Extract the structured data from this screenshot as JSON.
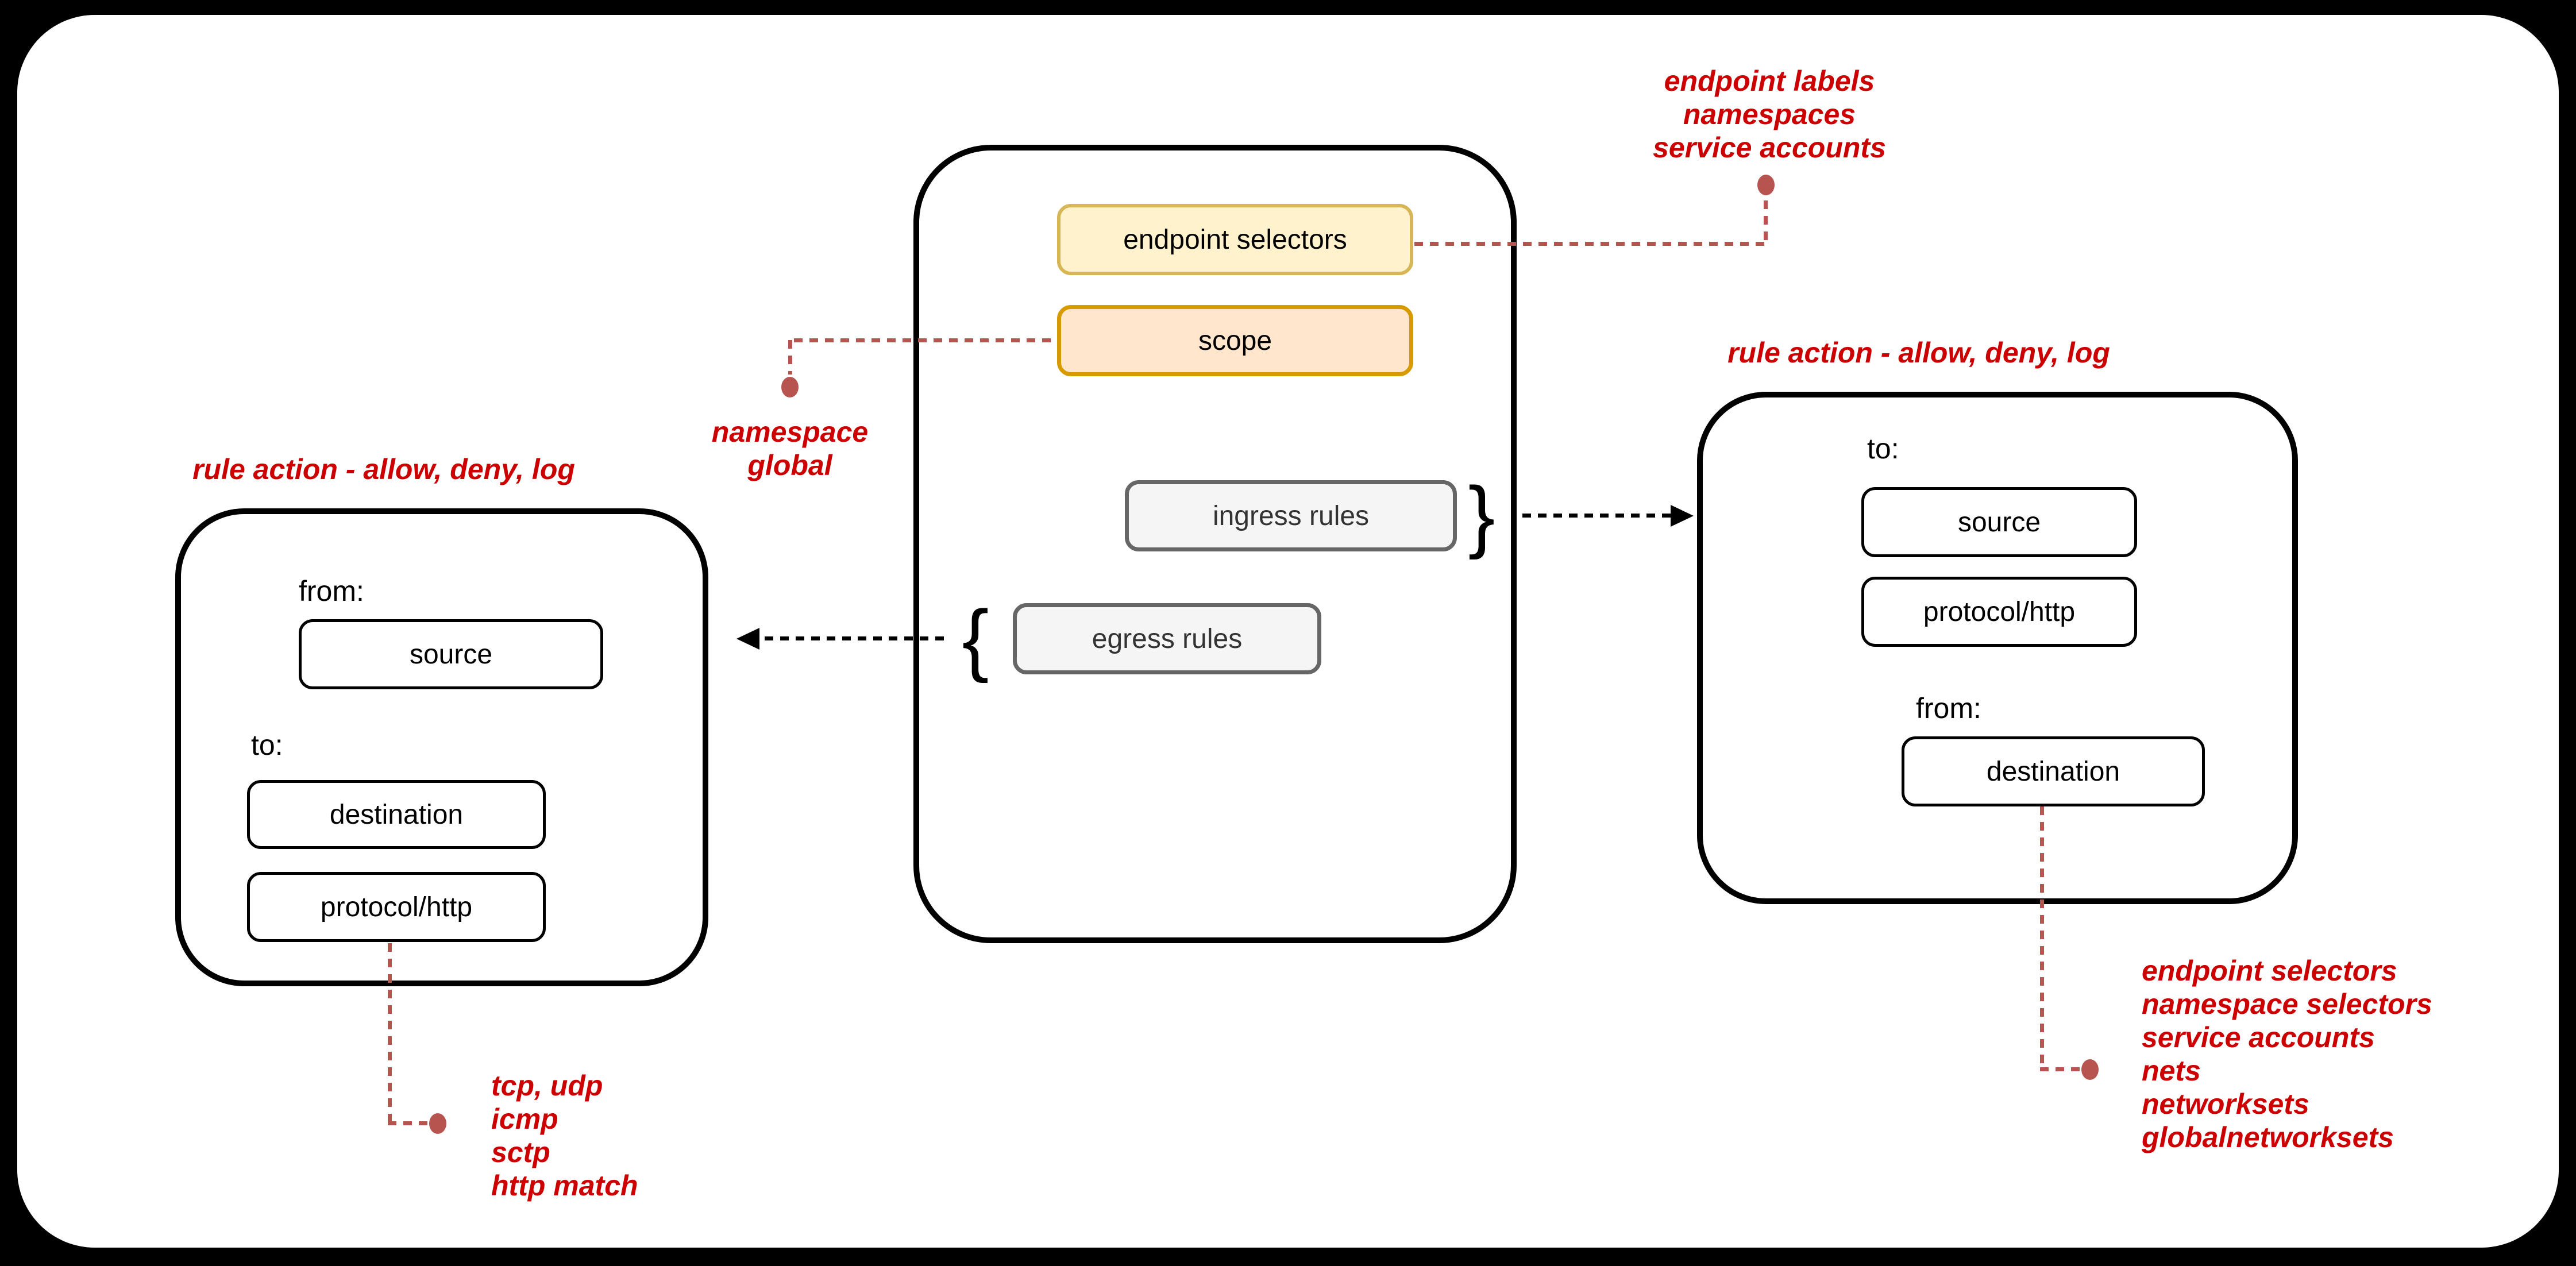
{
  "policy": {
    "endpoint_selectors": "endpoint selectors",
    "scope": "scope",
    "ingress_rules": "ingress rules",
    "egress_rules": "egress rules"
  },
  "egress_rule_detail": {
    "title": "rule action - allow, deny, log",
    "from_label": "from:",
    "source": "source",
    "to_label": "to:",
    "destination": "destination",
    "protocol": "protocol/http"
  },
  "ingress_rule_detail": {
    "title": "rule action - allow, deny, log",
    "to_label": "to:",
    "source": "source",
    "protocol": "protocol/http",
    "from_label": "from:",
    "destination": "destination"
  },
  "notes": {
    "endpoint_selectors": [
      "endpoint labels",
      "namespaces",
      "service accounts"
    ],
    "scope": [
      "namespace",
      "global"
    ],
    "protocol": [
      "tcp, udp",
      "icmp",
      "sctp",
      "http match"
    ],
    "destination": [
      "endpoint selectors",
      "namespace selectors",
      "service accounts",
      "nets",
      "networksets",
      "globalnetworksets"
    ]
  },
  "braces": {
    "open": "{",
    "close": "}"
  },
  "colors": {
    "annotation_red": "#CC0000",
    "connector_red": "#B85450",
    "endpoint_selectors_fill": "#FFF2CC",
    "endpoint_selectors_border": "#D6B656",
    "scope_fill": "#FFE6CC",
    "scope_border": "#D79B00",
    "rules_fill": "#F5F5F5",
    "rules_border": "#666666"
  }
}
